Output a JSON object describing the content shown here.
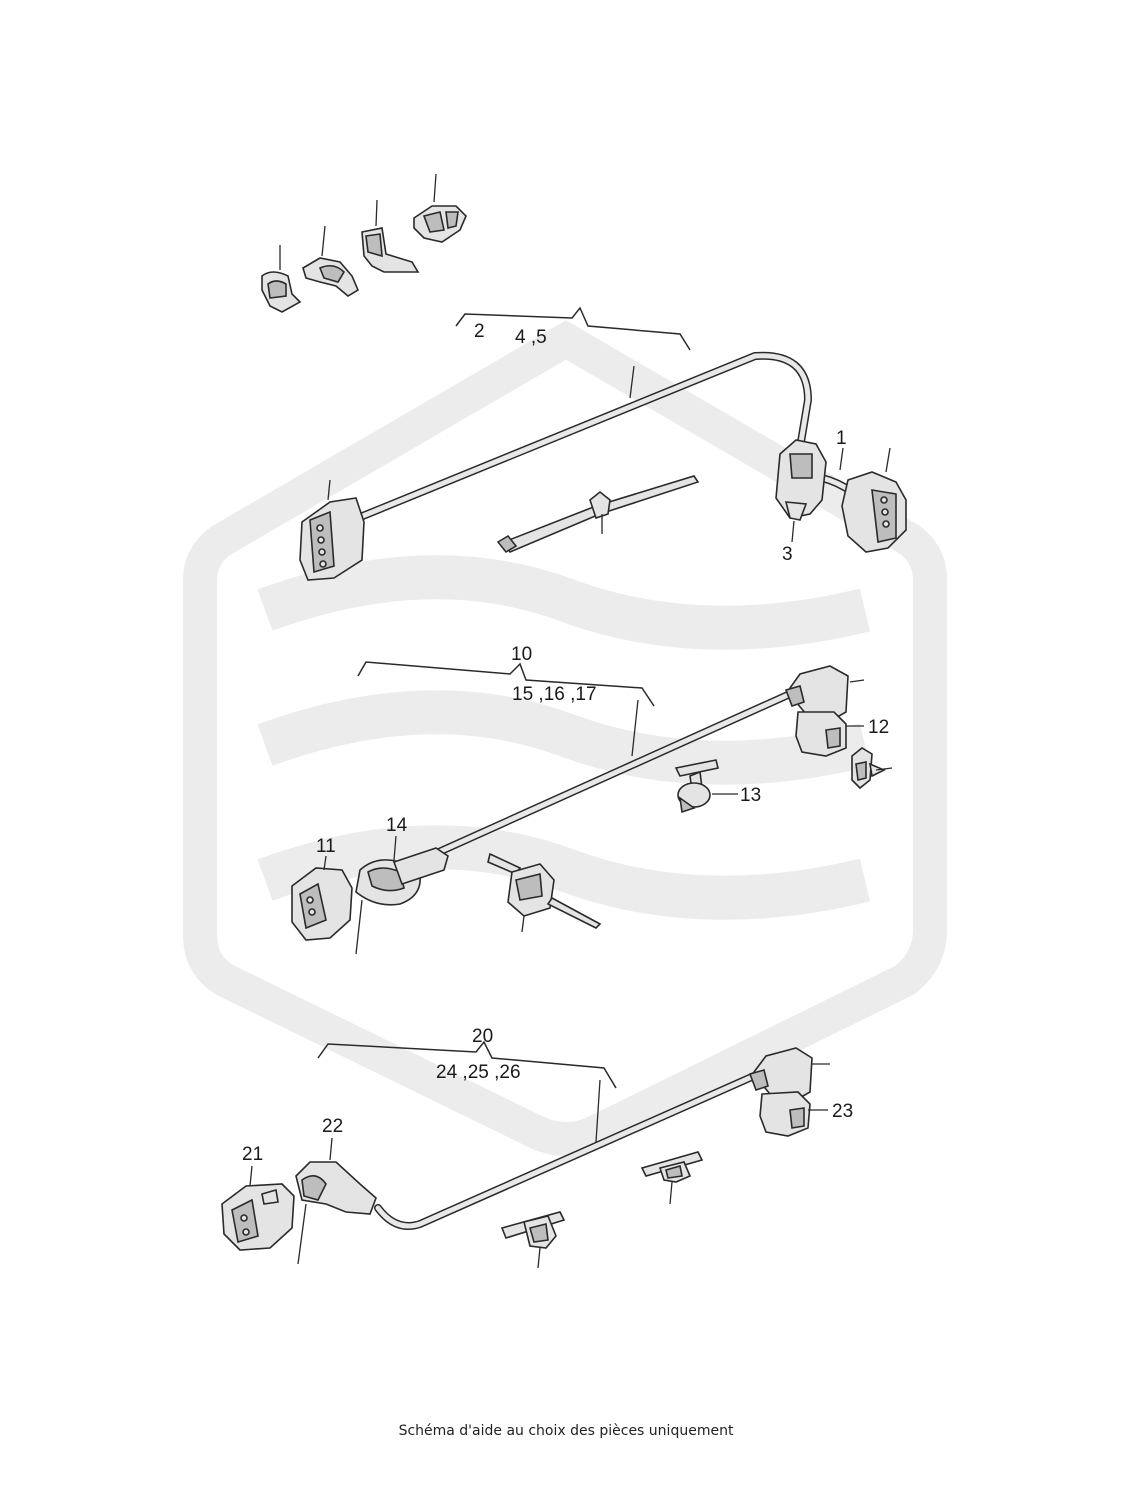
{
  "caption": "Schéma d'aide au choix des pièces uniquement",
  "labels": {
    "l1": "1",
    "l2": "2",
    "l45": "4 ,5",
    "l3": "3",
    "l10": "10",
    "l151617": "15 ,16 ,17",
    "l11": "11",
    "l12": "12",
    "l13": "13",
    "l14": "14",
    "l20": "20",
    "l242526": "24 ,25 ,26",
    "l21": "21",
    "l22": "22",
    "l23": "23"
  },
  "colors": {
    "watermark": "#ececec",
    "line": "#2a2a2a",
    "part_fill": "#e4e4e4"
  }
}
